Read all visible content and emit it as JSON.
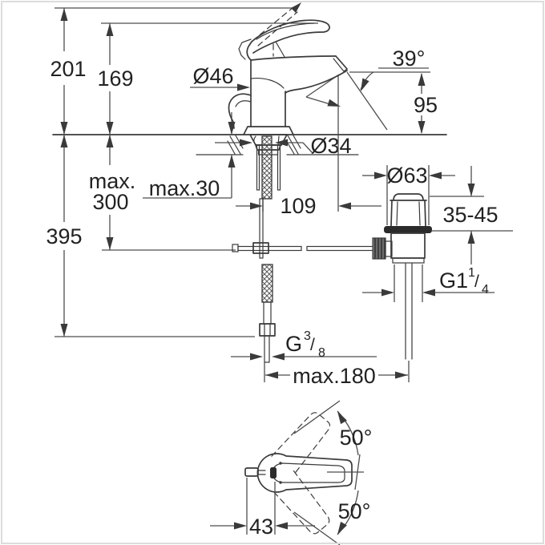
{
  "drawing": {
    "type": "technical-dimension-drawing",
    "subject": "single-lever basin mixer faucet with pop-up waste set, front view, below-deck supply view and handle top view",
    "colors": {
      "line": "#3a3a3a",
      "dimension_line": "#4d4d4d",
      "text": "#222222",
      "dark_fill": "#2b2b2b",
      "background": "#ffffff",
      "border": "#dcdcdc"
    }
  },
  "labels": {
    "total_height": "201",
    "handle_height": "169",
    "body_dia": "Ø46",
    "spout_angle": "39°",
    "outlet_height": "95",
    "hole_dia": "Ø34",
    "max_thickness_line1": "max.",
    "max_thickness_line2": "300",
    "counter_max": "max.30",
    "projection": "109",
    "below_deck": "395",
    "waste_dia": "Ø63",
    "waste_range": "35-45",
    "waste_thread_base": "G1",
    "waste_thread_sup": "1",
    "waste_thread_slash": "/",
    "waste_thread_sub": "4",
    "supply_thread_base": "G",
    "supply_thread_sup": "3",
    "supply_thread_slash": "/",
    "supply_thread_sub": "8",
    "max_waste_dist": "max.180",
    "handle_swivel_up": "50°",
    "handle_swivel_down": "50°",
    "rod_offset": "43"
  }
}
